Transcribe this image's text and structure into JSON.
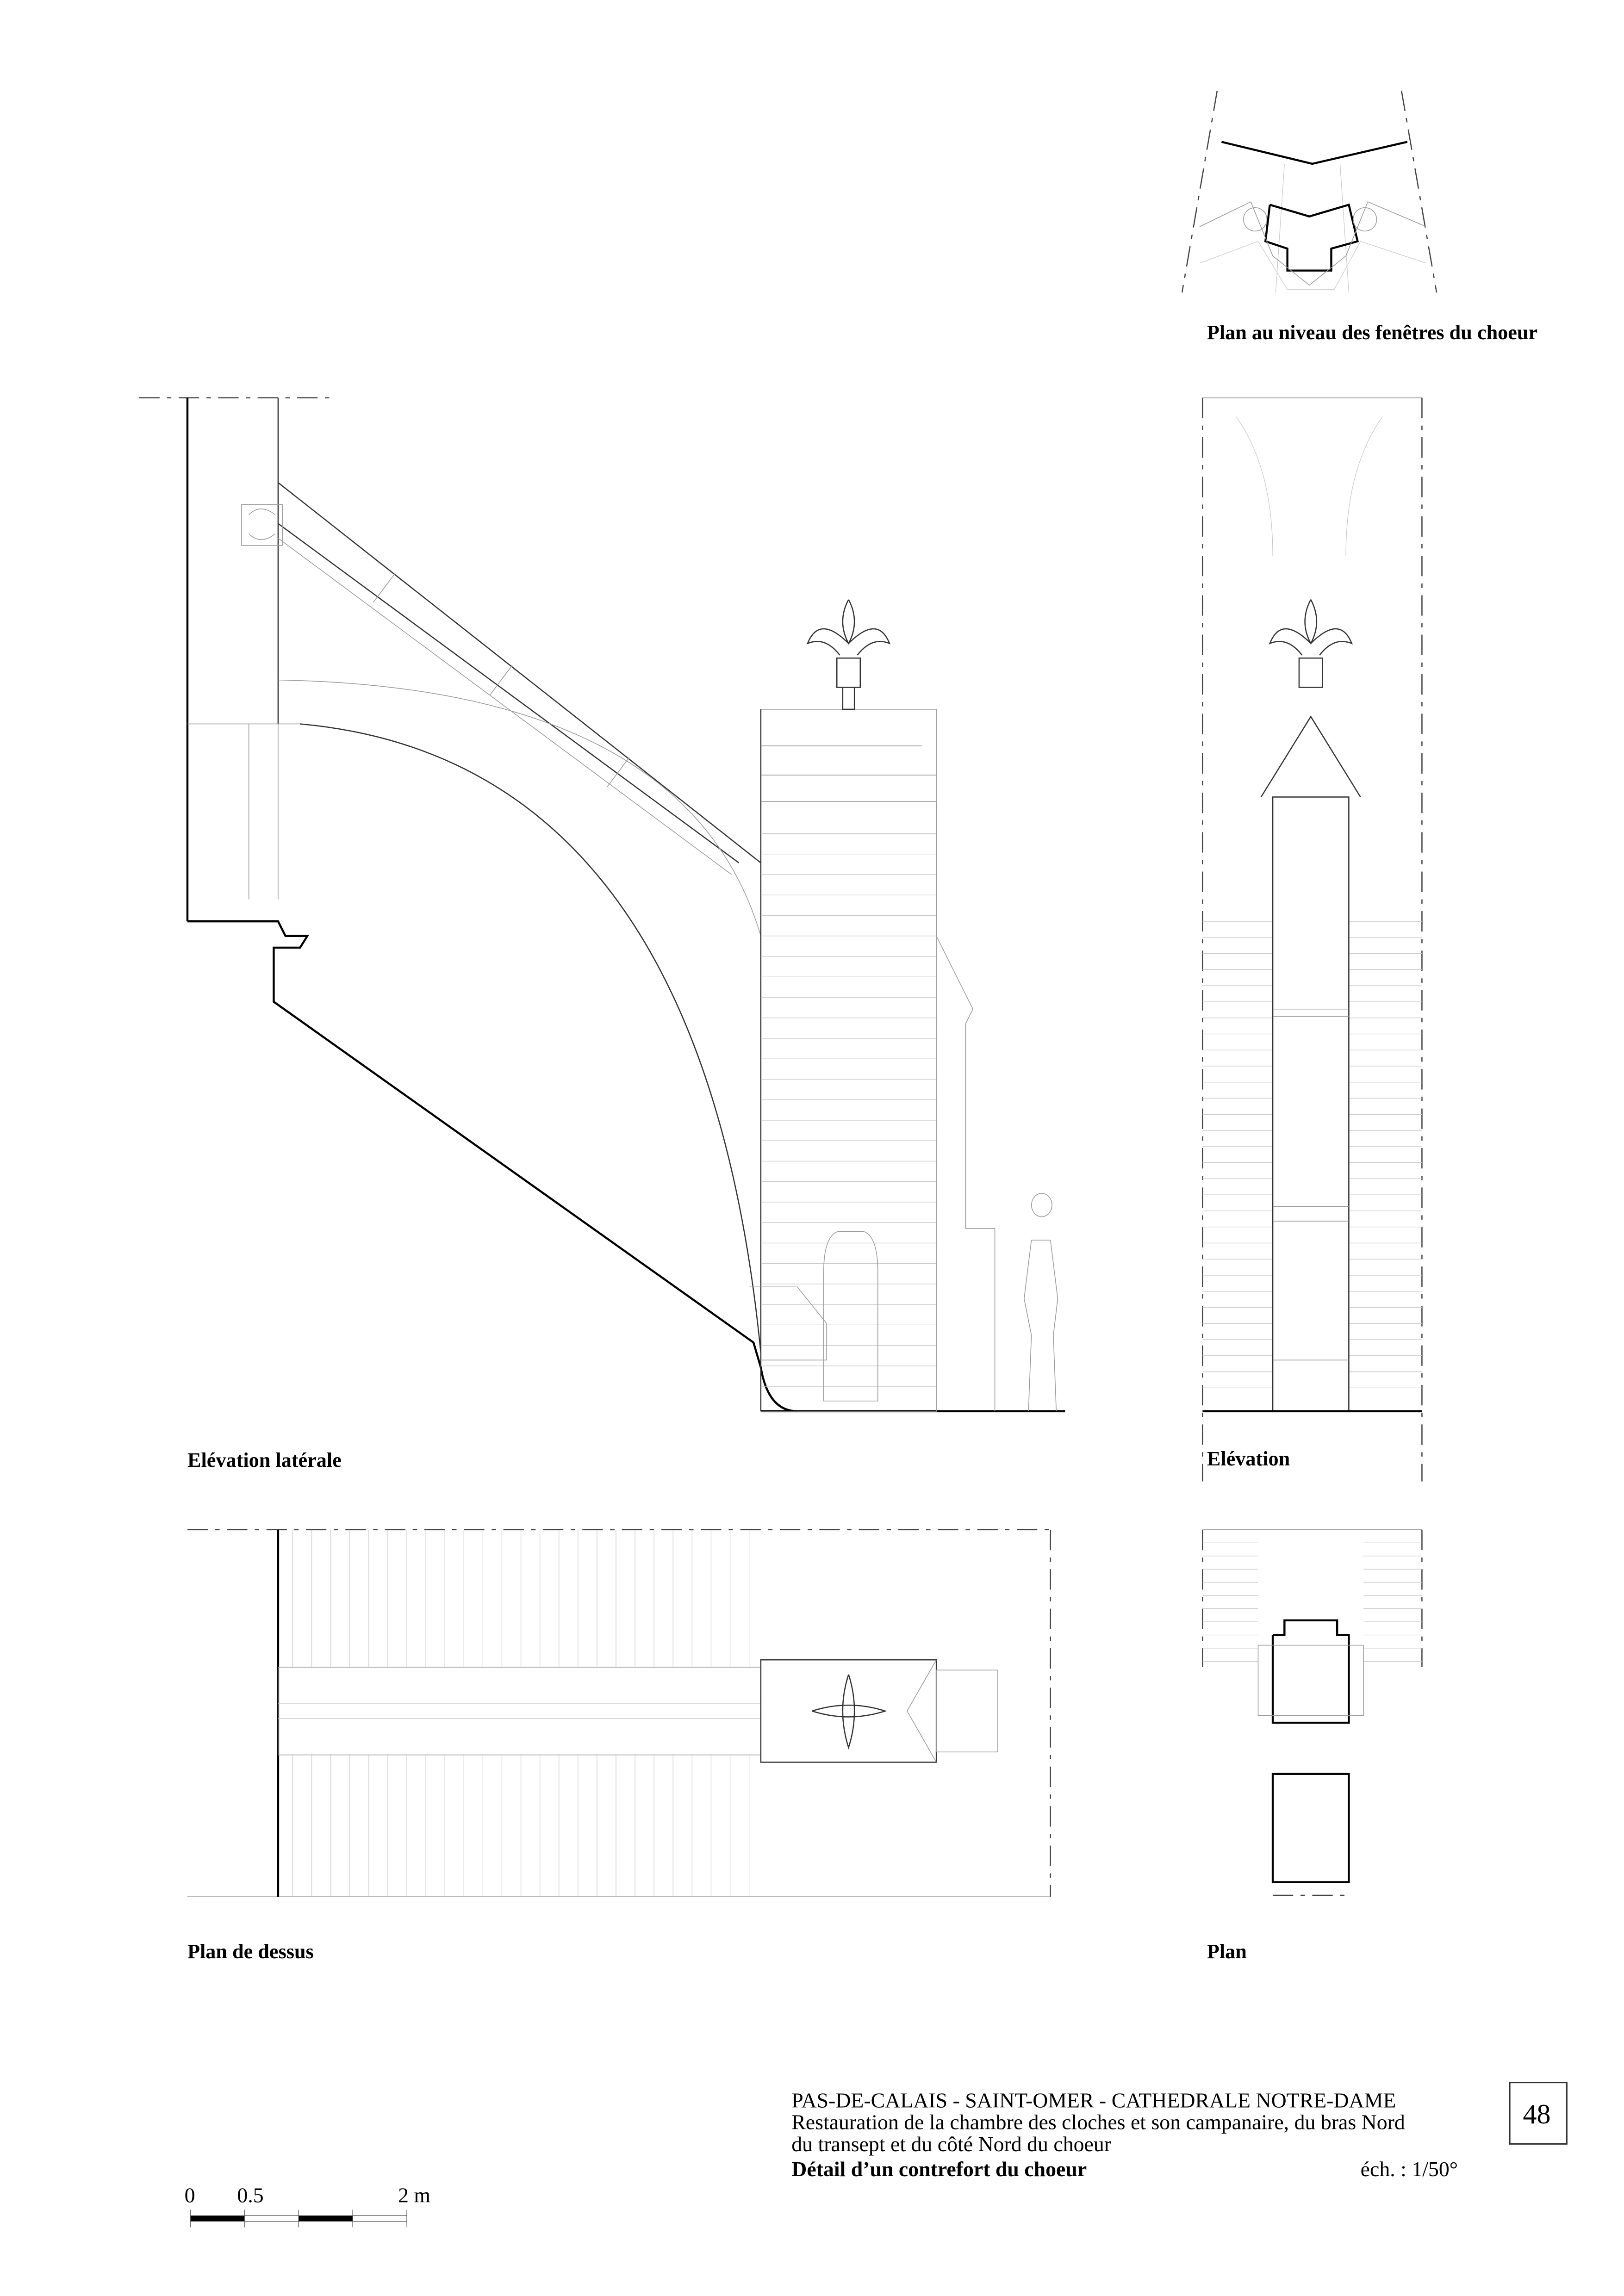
{
  "labels": {
    "plan_fenetres": "Plan au niveau des fenêtres du choeur",
    "elevation_laterale": "Elévation latérale",
    "elevation": "Elévation",
    "plan_dessus": "Plan de dessus",
    "plan": "Plan"
  },
  "title_block": {
    "line1": "PAS-DE-CALAIS  -  SAINT-OMER  -  CATHEDRALE NOTRE-DAME",
    "line2": "Restauration de la chambre des cloches et son campanaire, du bras Nord",
    "line3": "du transept et du côté Nord du choeur",
    "line4": "Détail d’un contrefort du choeur",
    "scale": "éch. : 1/50°",
    "sheet_number": "48"
  },
  "scale_bar": {
    "tick0": "0",
    "tick1": "0.5",
    "tick2": "2 m"
  }
}
